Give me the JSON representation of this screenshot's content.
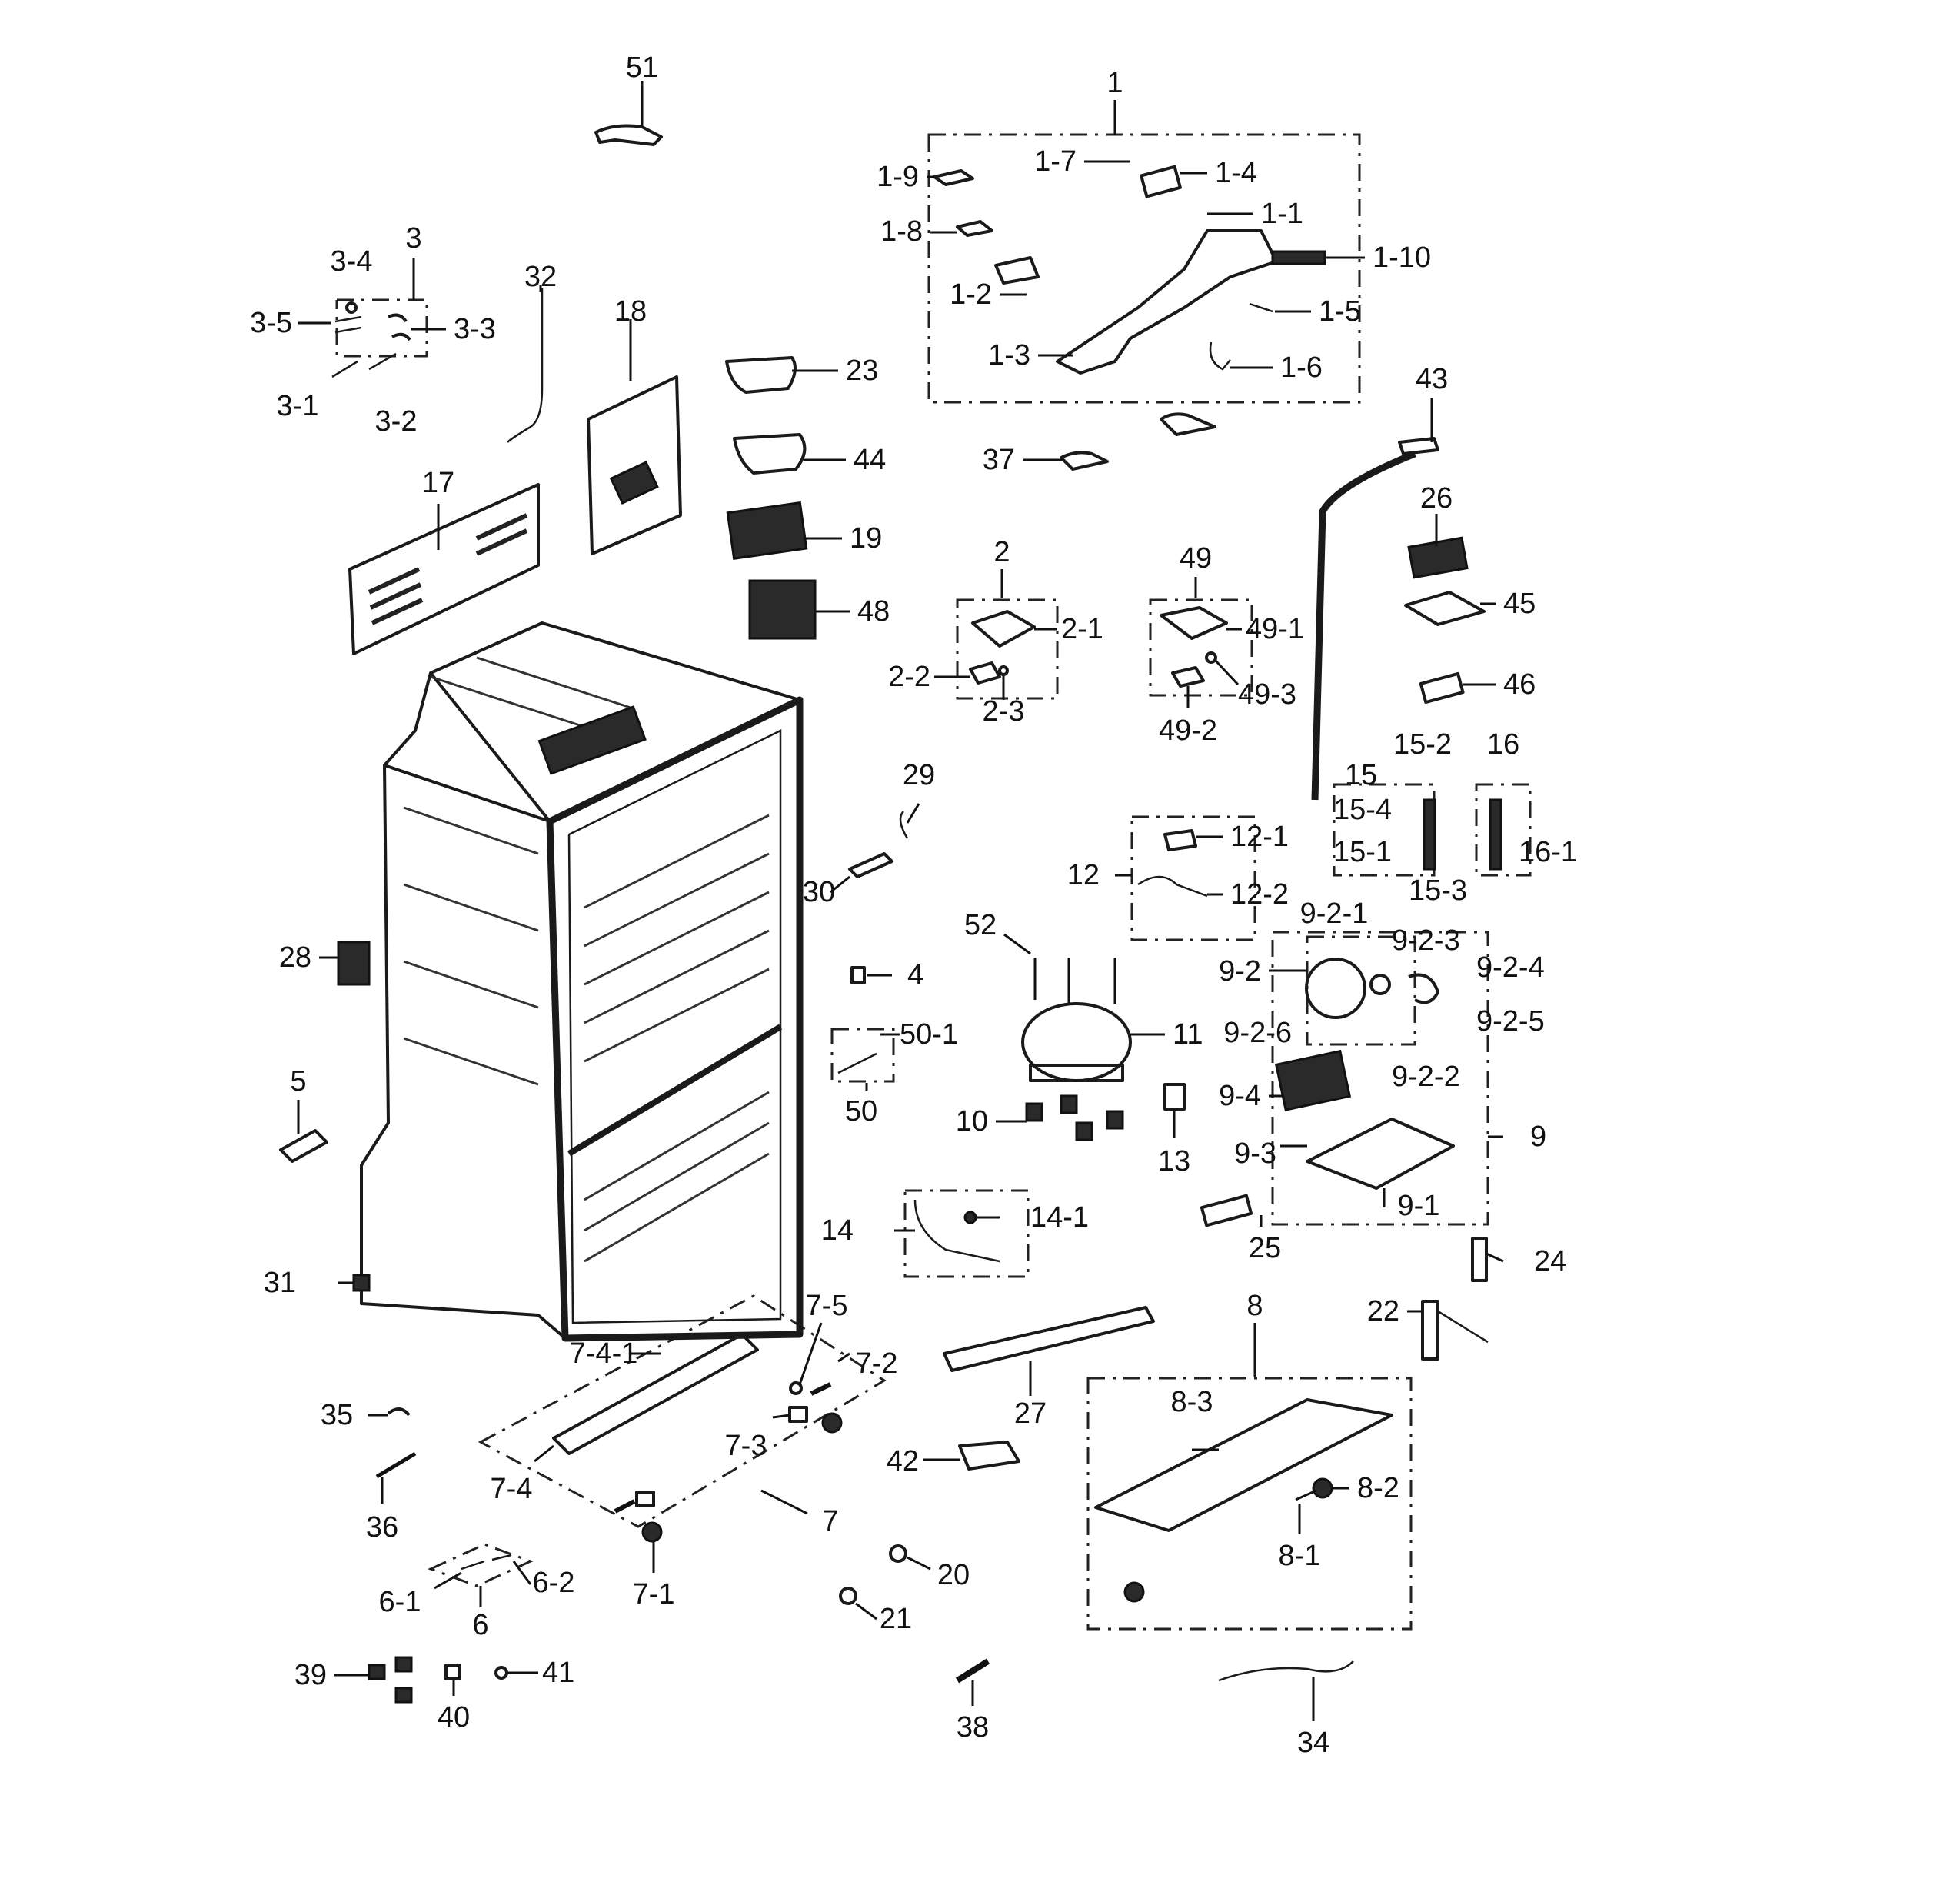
{
  "diagram": {
    "labels": [
      "51",
      "1",
      "1-9",
      "1-7",
      "1-4",
      "1-1",
      "1-8",
      "1-10",
      "1-2",
      "1-5",
      "1-3",
      "1-6",
      "3",
      "3-4",
      "3-5",
      "3-3",
      "3-1",
      "3-2",
      "32",
      "18",
      "23",
      "44",
      "19",
      "48",
      "17",
      "37",
      "43",
      "26",
      "45",
      "46",
      "2",
      "2-1",
      "2-2",
      "2-3",
      "49",
      "49-1",
      "49-3",
      "49-2",
      "15-2",
      "16",
      "15",
      "15-4",
      "15-1",
      "16-1",
      "15-3",
      "12",
      "12-1",
      "12-2",
      "29",
      "30",
      "52",
      "9-2-1",
      "9-2-3",
      "9-2",
      "9-2-4",
      "9-2-5",
      "9-2-6",
      "9-2-2",
      "4",
      "50-1",
      "11",
      "50",
      "9-4",
      "9",
      "9-3",
      "9-1",
      "28",
      "5",
      "10",
      "13",
      "14",
      "14-1",
      "25",
      "24",
      "31",
      "8",
      "22",
      "7-5",
      "7-4-1",
      "7-2",
      "27",
      "8-3",
      "35",
      "7-3",
      "42",
      "8-2",
      "7-4",
      "7",
      "36",
      "8-1",
      "20",
      "6-1",
      "6-2",
      "7-1",
      "6",
      "21",
      "39",
      "41",
      "40",
      "38",
      "34"
    ]
  }
}
